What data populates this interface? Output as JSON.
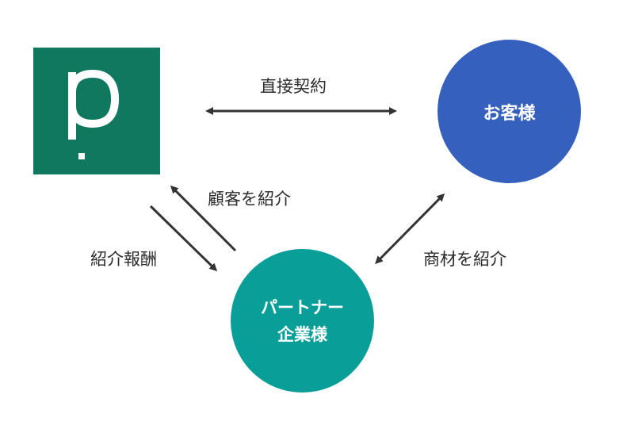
{
  "colors": {
    "logo_bg": "#10785F",
    "customer": "#3560BE",
    "partner": "#0A9E99",
    "arrow": "#333333",
    "text": "#2b2b2b"
  },
  "logo": {
    "letter": "p",
    "icon": "company-p-logo-icon"
  },
  "nodes": {
    "customer": "お客様",
    "partner_line1": "パートナー",
    "partner_line2": "企業様"
  },
  "edges": {
    "direct_contract": "直接契約",
    "refer_customer": "顧客を紹介",
    "referral_fee": "紹介報酬",
    "refer_product": "商材を紹介"
  }
}
